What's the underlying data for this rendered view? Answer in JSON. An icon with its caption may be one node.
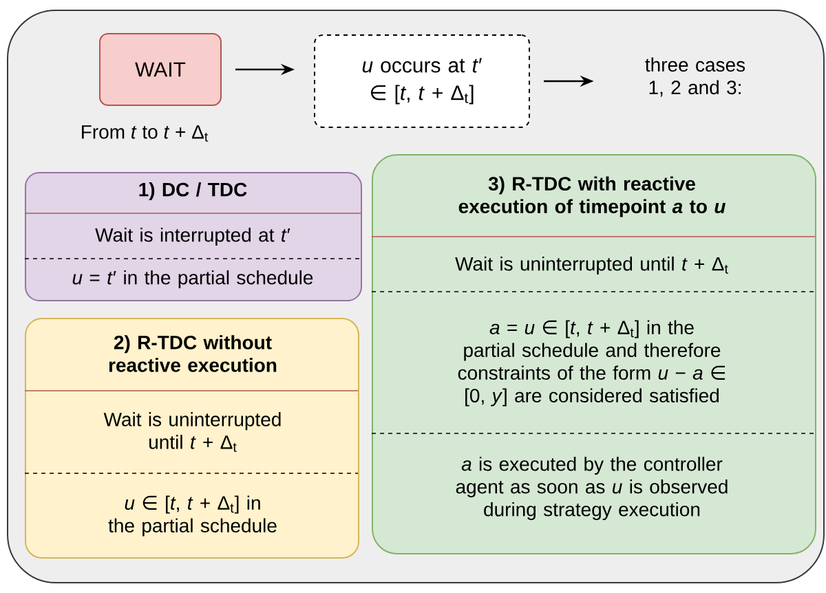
{
  "diagram": {
    "nodes": [
      {
        "text": [],
        "shape": "box"
      },
      {
        "text": [
          "WAIT"
        ],
        "in": 0,
        "beside": [
          "From *t* to *t* + Δ$_{t}$"
        ]
      },
      {
        "text": [
          "*u* occurs at *t*′ ∈ [*t*, *t* + Δ$_{t}$]"
        ],
        "in": 0
      },
      {
        "text": [
          "three cases 1, 2 and 3:"
        ],
        "in": 0
      },
      {
        "text": [
          "1) DC / TDC",
          "Wait is interrupted at *t*′",
          "*u* = *t*′ in the partial schedule"
        ],
        "in": 0
      },
      {
        "text": [
          "2) R-TDC without reactive execution",
          "Wait is uninterrupted until *t* + Δ$_{t}$",
          "*u* ∈ [*t*, *t* + Δ$_{t}$] in the partial schedule"
        ],
        "in": 0
      },
      {
        "text": [
          "3) R-TDC with reactive execution of timepoint *a* to *u*",
          "Wait is uninterrupted until *t* + Δ$_{t}$",
          "*a* = *u* ∈ [*t*, *t* + Δ$_{t}$] in the partial schedule and therefore constraints of the form *u* − *a* ∈ [0, *y*] are considered satisfied",
          "*a* is executed by the controller agent as soon as *u* is observed during strategy execution"
        ],
        "in": 0
      }
    ],
    "edges": [
      {
        "from": 1,
        "to": 2,
        "arrow": "to"
      },
      {
        "from": 2,
        "to": 3,
        "arrow": "to"
      }
    ]
  }
}
